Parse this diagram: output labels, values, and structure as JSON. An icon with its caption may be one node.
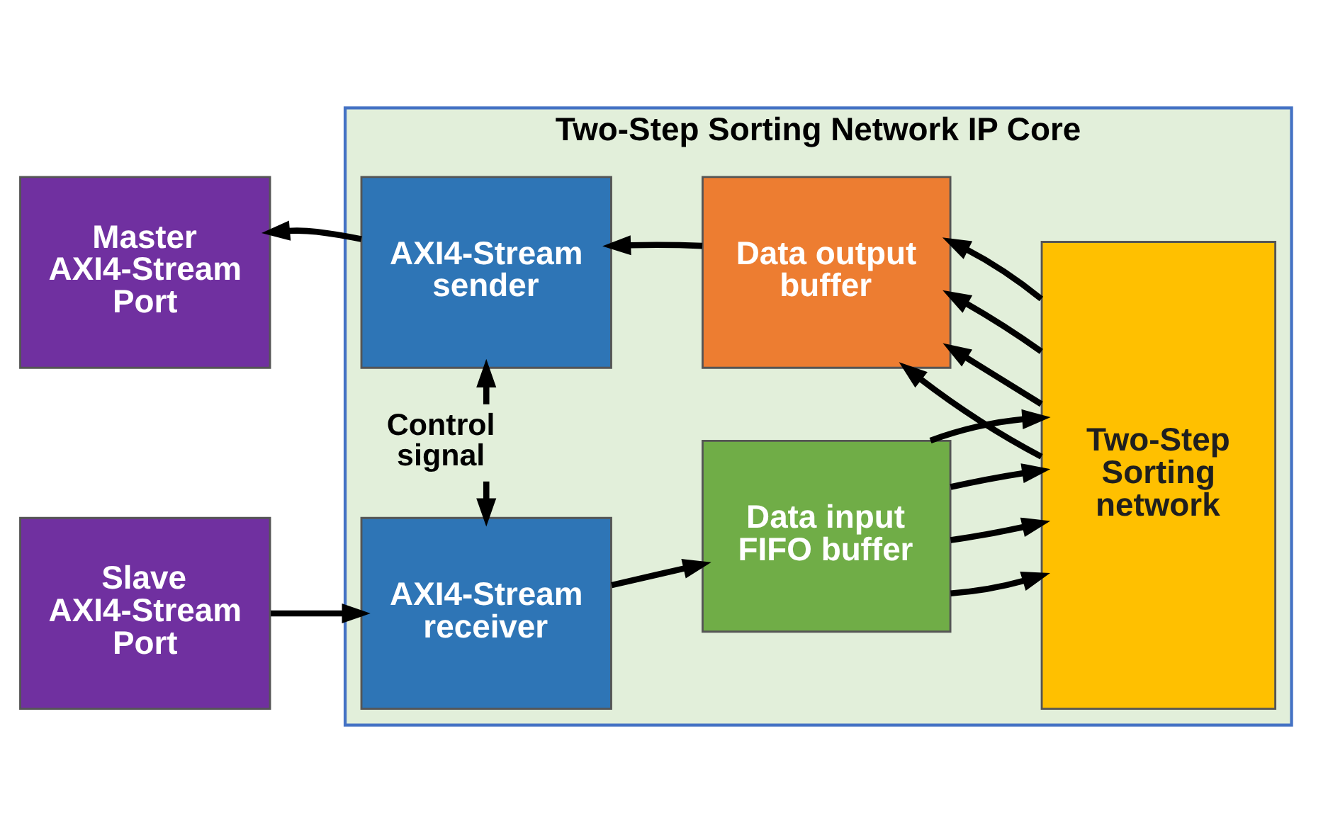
{
  "diagram": {
    "nodes": [
      {
        "text": [
          "Two-Step Sorting Network IP Core"
        ]
      },
      {
        "text": [
          "Slave AXI4-Stream Port"
        ]
      },
      {
        "text": [
          "AXI4-Stream receiver"
        ],
        "in": 0
      },
      {
        "text": [
          "Data input FIFO buffer"
        ],
        "in": 0
      },
      {
        "text": [
          "Two-Step Sorting network"
        ],
        "in": 0
      },
      {
        "text": [
          "Master AXI4-Stream Port"
        ]
      },
      {
        "text": [
          "AXI4-Stream sender"
        ],
        "in": 0
      },
      {
        "text": [
          "Data output buffer"
        ],
        "in": 0
      }
    ],
    "edges": [
      {
        "from": 1,
        "to": 2,
        "arrow": "to"
      },
      {
        "from": 2,
        "to": 3,
        "arrow": "to"
      },
      {
        "from": 3,
        "to": 4,
        "arrow": "to"
      },
      {
        "from": 3,
        "to": 4,
        "arrow": "to"
      },
      {
        "from": 3,
        "to": 4,
        "arrow": "to"
      },
      {
        "from": 3,
        "to": 4,
        "arrow": "to"
      },
      {
        "from": 2,
        "to": 6,
        "arrow": "both",
        "label": "Control signal"
      },
      {
        "from": 4,
        "to": 7,
        "arrow": "to"
      },
      {
        "from": 4,
        "to": 7,
        "arrow": "to"
      },
      {
        "from": 4,
        "to": 7,
        "arrow": "to"
      },
      {
        "from": 4,
        "to": 7,
        "arrow": "to"
      },
      {
        "from": 7,
        "to": 6,
        "arrow": "to"
      },
      {
        "from": 6,
        "to": 5,
        "arrow": "to"
      }
    ]
  }
}
